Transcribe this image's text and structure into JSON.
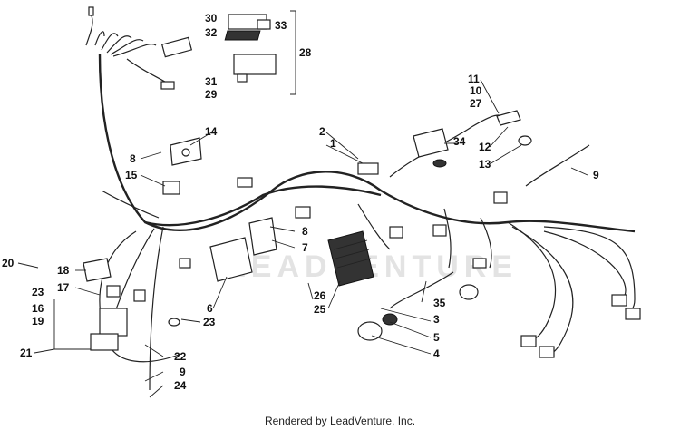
{
  "footer": "Rendered by LeadVenture, Inc.",
  "watermark": "LEADVENTURE",
  "callouts": {
    "c1": "1",
    "c2": "2",
    "c3": "3",
    "c4": "4",
    "c5": "5",
    "c6": "6",
    "c7": "7",
    "c8a": "8",
    "c8b": "8",
    "c9a": "9",
    "c9b": "9",
    "c10": "10",
    "c11": "11",
    "c12": "12",
    "c13": "13",
    "c14": "14",
    "c15": "15",
    "c16": "16",
    "c17": "17",
    "c18": "18",
    "c19": "19",
    "c20": "20",
    "c21": "21",
    "c22": "22",
    "c23a": "23",
    "c23b": "23",
    "c24": "24",
    "c25": "25",
    "c26": "26",
    "c27": "27",
    "c28": "28",
    "c29": "29",
    "c30": "30",
    "c31": "31",
    "c32": "32",
    "c33": "33",
    "c34": "34",
    "c35": "35"
  }
}
